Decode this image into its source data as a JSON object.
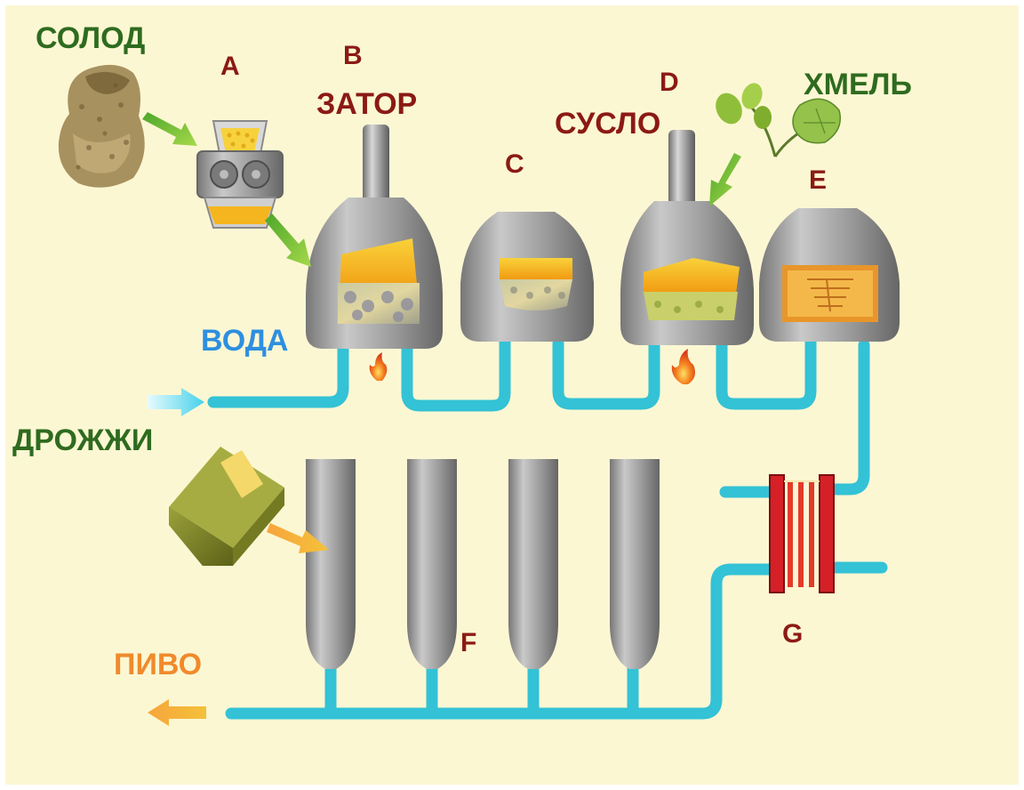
{
  "labels": {
    "solod": "СОЛОД",
    "a": "A",
    "b": "B",
    "zator": "ЗАТОР",
    "c": "C",
    "d": "D",
    "suslo": "СУСЛО",
    "hmel": "ХМЕЛЬ",
    "e": "E",
    "voda": "ВОДА",
    "drozhzhi": "ДРОЖЖИ",
    "f": "F",
    "g": "G",
    "pivo": "ПИВО"
  },
  "colors": {
    "background": "#FCF7D3",
    "pipe": "#33C2D6",
    "vessel": "#8E8E8E",
    "green_label": "#2E6B1F",
    "red_label": "#8B1A14",
    "blue_label": "#2E8FE0",
    "orange_label": "#F08A2C",
    "malt_fill": "#F4B81C",
    "heat_exchanger": "#D52028"
  }
}
